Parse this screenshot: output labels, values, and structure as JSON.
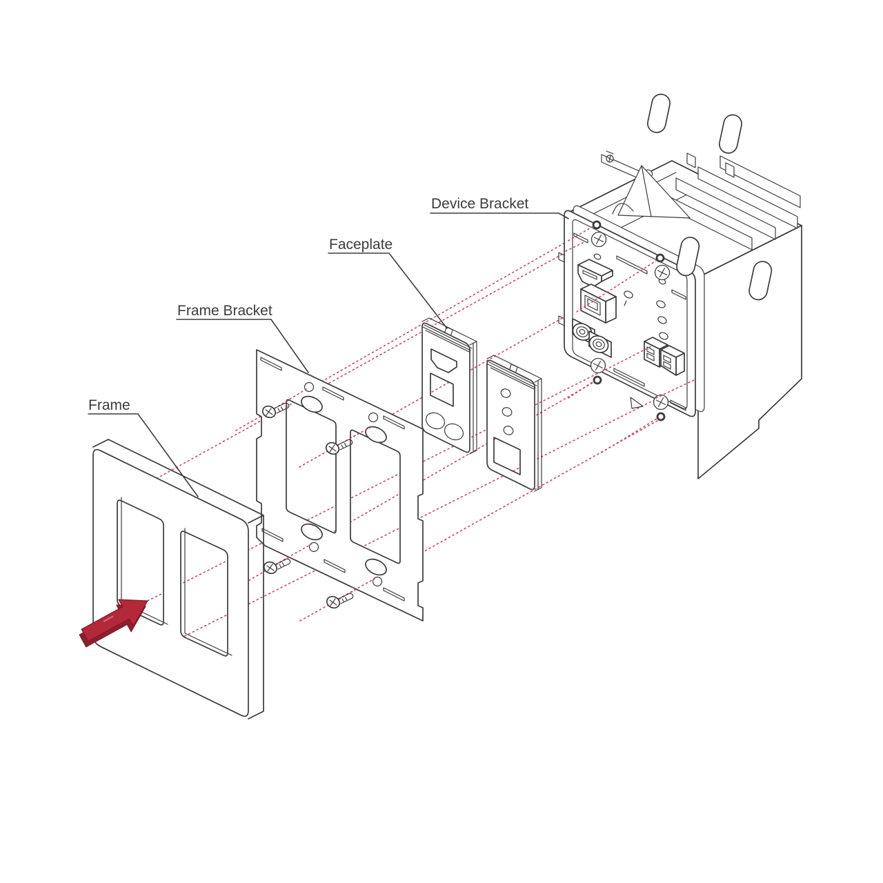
{
  "diagram": {
    "type": "exploded-assembly-technical-drawing",
    "labels": {
      "frame": "Frame",
      "frame_bracket": "Frame Bracket",
      "faceplate": "Faceplate",
      "device_bracket": "Device Bracket"
    },
    "colors": {
      "line": "#3a3a3c",
      "label_text": "#3b3b3b",
      "alignment_line": "#c9485b",
      "arrow_fill": "#b4293a",
      "arrow_shadow": "#8f1f2d",
      "arrow_outline": "#7c1a26",
      "background": "#ffffff"
    }
  }
}
